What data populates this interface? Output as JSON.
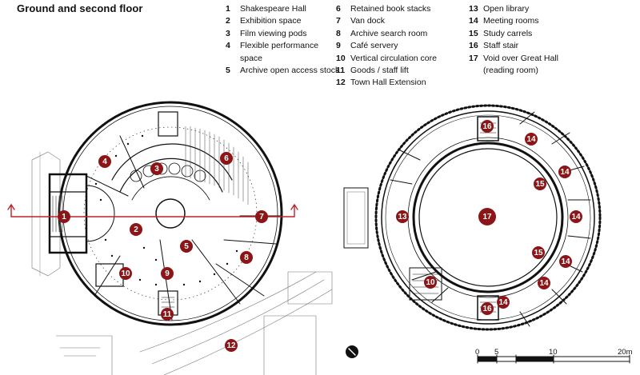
{
  "title": "Ground and second floor",
  "legend": [
    {
      "num": "1",
      "label": "Shakespeare Hall"
    },
    {
      "num": "2",
      "label": "Exhibition space"
    },
    {
      "num": "3",
      "label": "Film viewing pods"
    },
    {
      "num": "4",
      "label": "Flexible performance space"
    },
    {
      "num": "5",
      "label": "Archive open access stock"
    },
    {
      "num": "6",
      "label": "Retained book stacks"
    },
    {
      "num": "7",
      "label": "Van dock"
    },
    {
      "num": "8",
      "label": "Archive search room"
    },
    {
      "num": "9",
      "label": "Café servery"
    },
    {
      "num": "10",
      "label": "Vertical circulation core"
    },
    {
      "num": "11",
      "label": "Goods / staff lift"
    },
    {
      "num": "12",
      "label": "Town Hall Extension"
    },
    {
      "num": "13",
      "label": "Open library"
    },
    {
      "num": "14",
      "label": "Meeting rooms"
    },
    {
      "num": "15",
      "label": "Study carrels"
    },
    {
      "num": "16",
      "label": "Staff stair"
    },
    {
      "num": "17",
      "label": "Void over Great Hall (reading room)"
    }
  ],
  "ground_markers": [
    "1",
    "2",
    "3",
    "4",
    "5",
    "6",
    "7",
    "8",
    "9",
    "10",
    "11",
    "12"
  ],
  "second_markers": [
    "13",
    "14",
    "14",
    "14",
    "14",
    "14",
    "14",
    "15",
    "15",
    "16",
    "16",
    "10",
    "17"
  ],
  "scale": {
    "ticks": [
      "0",
      "5",
      "10",
      "20m"
    ]
  },
  "colors": {
    "marker": "#8c1518",
    "section_line": "#c0202a",
    "ink": "#111111"
  },
  "north_icon": "north-arrow-icon"
}
